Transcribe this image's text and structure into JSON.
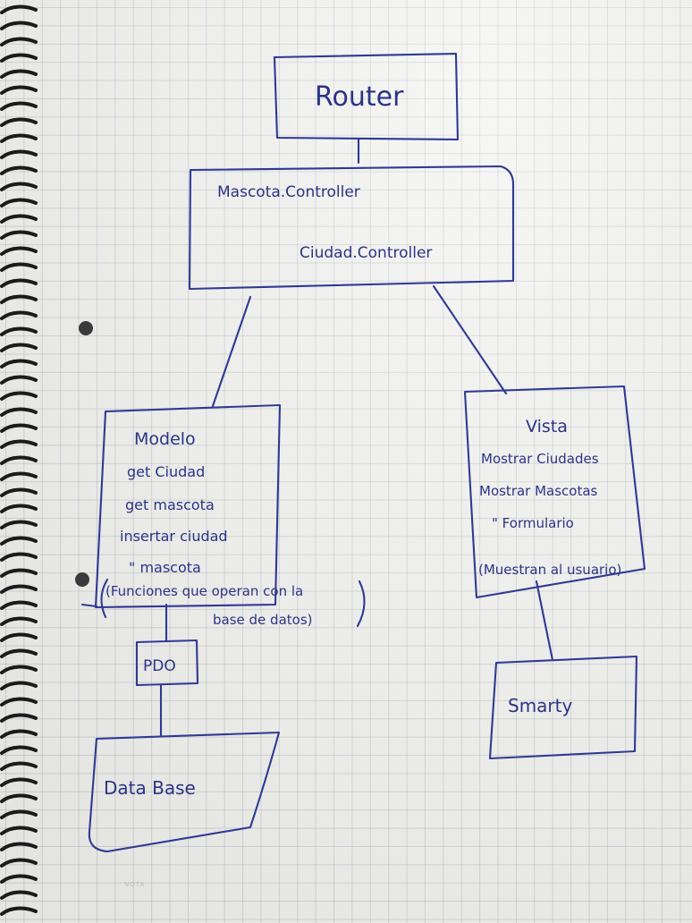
{
  "diagram": {
    "router": "Router",
    "controllers": {
      "line1": "Mascota.Controller",
      "line2": "Ciudad.Controller"
    },
    "modelo": {
      "title": "Modelo",
      "items": [
        "get Ciudad",
        "get mascota",
        "insertar ciudad",
        "\"      mascota"
      ],
      "note_line1": "(Funciones que operan con la",
      "note_line2": "base de datos)"
    },
    "vista": {
      "title": "Vista",
      "items": [
        "Mostrar Ciudades",
        "Mostrar Mascotas",
        "\"      Formulario"
      ],
      "note": "(Muestran al usuario)"
    },
    "pdo": "PDO",
    "database": "Data Base",
    "smarty": "Smarty"
  },
  "paper": {
    "footer": "NOTA"
  },
  "colors": {
    "ink": "#2f3a93",
    "paper": "#f2f2ef",
    "grid": "#a0a5af"
  }
}
